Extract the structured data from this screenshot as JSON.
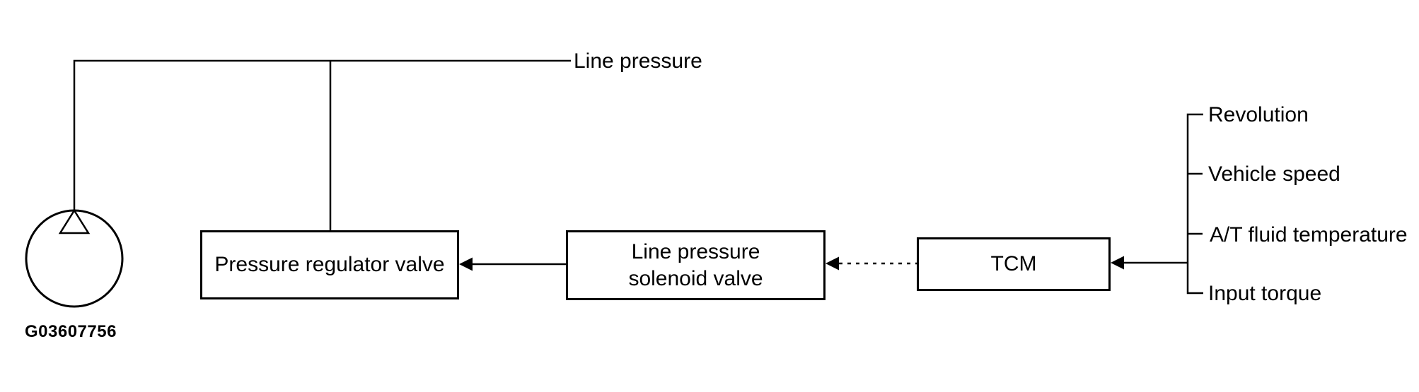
{
  "colors": {
    "ink": "#000000",
    "paper": "#ffffff"
  },
  "icons": {
    "pump": "pump-icon"
  },
  "top_line_label": "Line pressure",
  "figure_id": "G03607756",
  "boxes": {
    "regulator": {
      "label": "Pressure regulator valve"
    },
    "solenoid": {
      "line1": "Line pressure",
      "line2": "solenoid valve"
    },
    "tcm": {
      "label": "TCM"
    }
  },
  "tcm_inputs": [
    "Revolution",
    "Vehicle speed",
    "A/T fluid temperature",
    "Input torque"
  ]
}
